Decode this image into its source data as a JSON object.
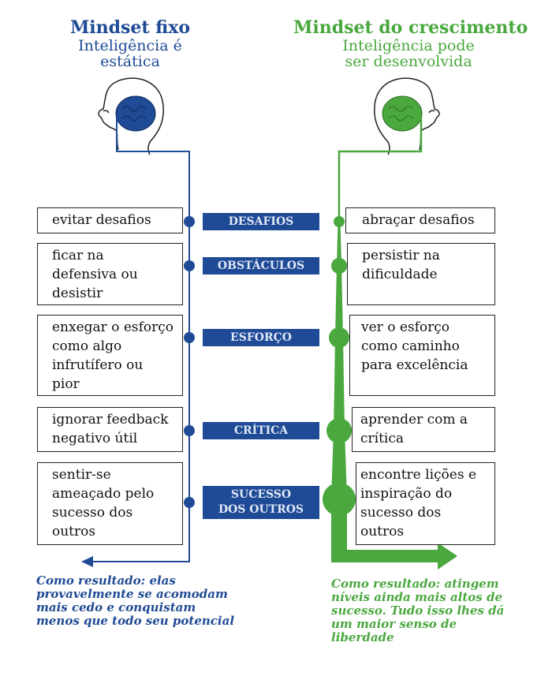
{
  "colors": {
    "fixed": "#1f4a95",
    "growth": "#4aa83e",
    "label_bg": "#1f4a95"
  },
  "fixed": {
    "title": "Mindset fixo",
    "subtitle": "Inteligência é\nestática",
    "result": "Como resultado: elas\nprovavelmente se acomodam\nmais cedo e conquistam\nmenos que todo seu potencial"
  },
  "growth": {
    "title": "Mindset do crescimento",
    "subtitle": "Inteligência pode\nser desenvolvida",
    "result": "Como resultado: atingem\nníveis ainda mais altos de\nsucesso. Tudo isso lhes dá\num maior senso de\nliberdade"
  },
  "rows": [
    {
      "label": "DESAFIOS",
      "fixed": "evitar desafios",
      "growth": "abraçar desafios"
    },
    {
      "label": "OBSTÁCULOS",
      "fixed": "ficar na\ndefensiva ou\ndesistir",
      "growth": "persistir na\ndificuldade"
    },
    {
      "label": "ESFORÇO",
      "fixed": "enxegar o esforço\ncomo algo\ninfrutífero ou\npior",
      "growth": "ver o esforço\ncomo caminho\npara excelência"
    },
    {
      "label": "CRÍTICA",
      "fixed": "ignorar feedback\nnegativo útil",
      "growth": "aprender com a\ncrítica"
    },
    {
      "label": "SUCESSO\nDOS OUTROS",
      "fixed": "sentir-se\nameaçado pelo\nsucesso dos\noutros",
      "growth": "encontre lições e\ninspiração do\nsucesso dos\noutros"
    }
  ]
}
